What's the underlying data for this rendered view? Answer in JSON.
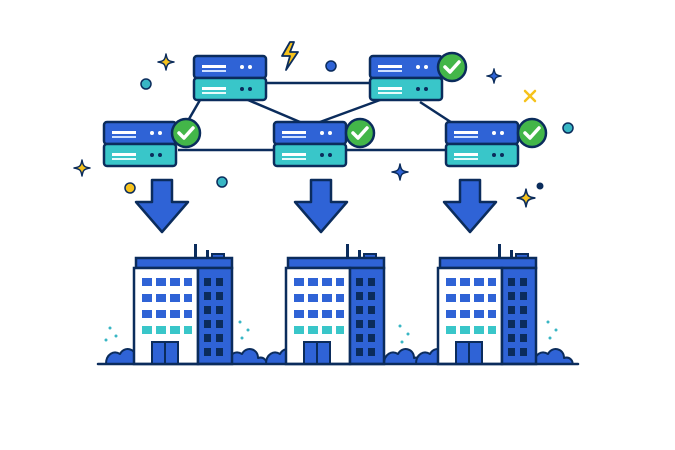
{
  "illustration": {
    "palette": {
      "outline": "#0b2c5c",
      "server_blue": "#2f63d6",
      "server_teal": "#39c6c9",
      "arrow_blue": "#2f63d6",
      "check_green": "#43b649",
      "sparkle_yellow": "#f6c21c",
      "sparkle_blue": "#2f63d6",
      "dot_teal": "#38b6c4",
      "building_white": "#ffffff",
      "building_dark": "#2f63d6",
      "shrub_blue": "#2f63d6"
    },
    "icons": {
      "server": "server-rack-icon",
      "check": "check-circle-icon",
      "arrow": "arrow-down-icon",
      "building": "office-building-icon",
      "lightning": "lightning-bolt-icon",
      "sparkle": "sparkle-icon",
      "cross": "cross-icon"
    },
    "server_count": 5,
    "verified_server_count": 4,
    "building_count": 3
  }
}
